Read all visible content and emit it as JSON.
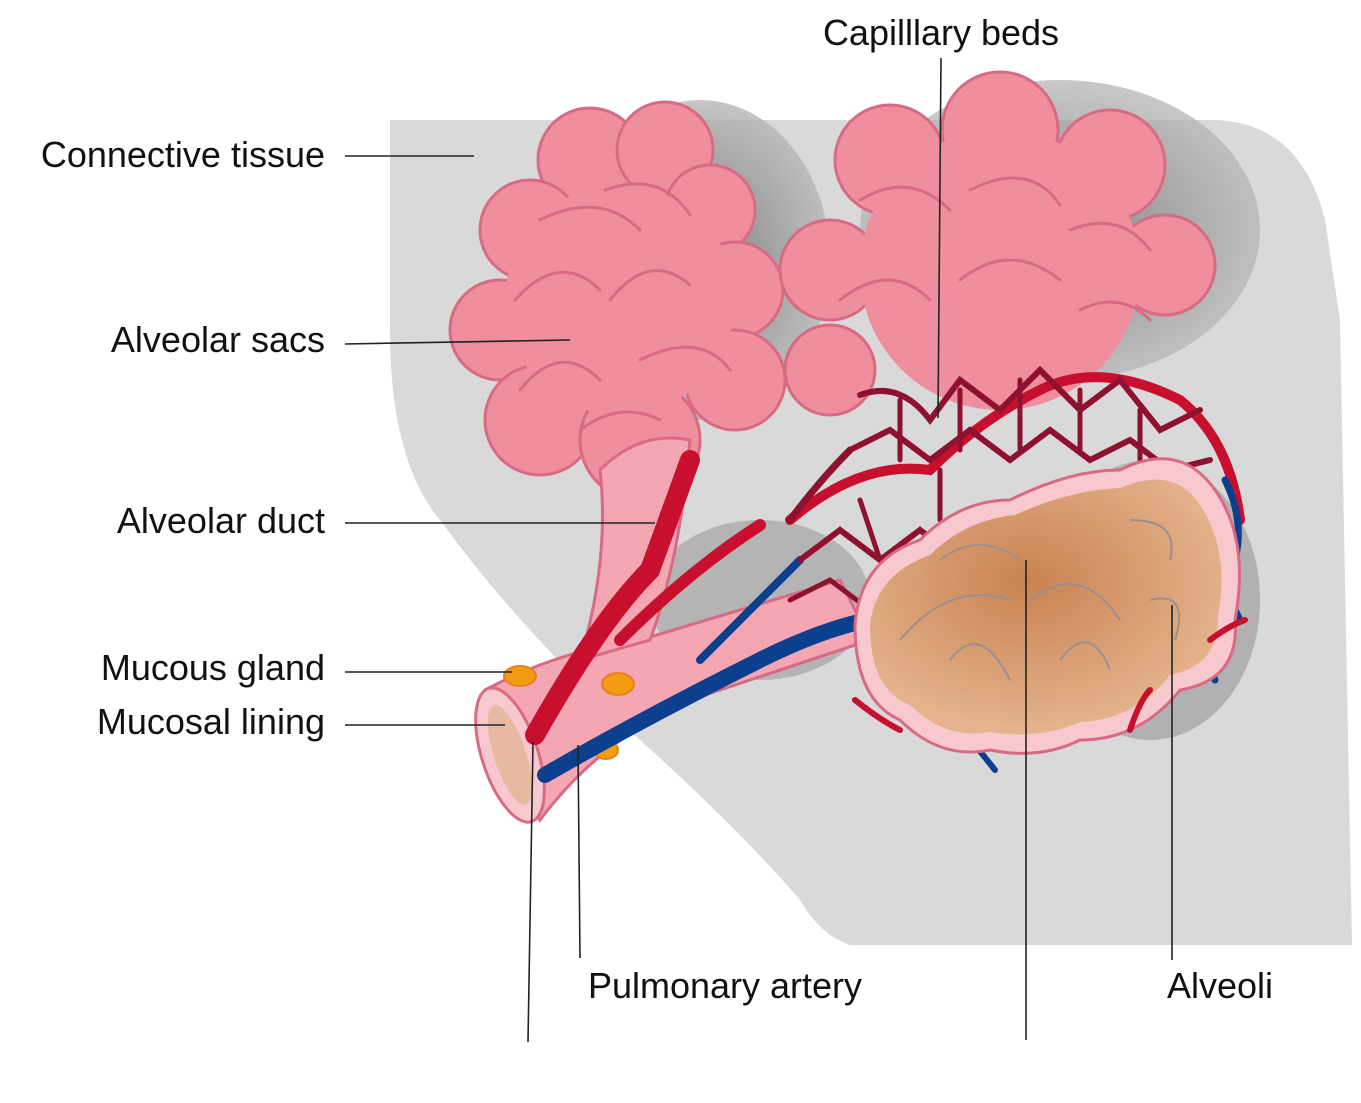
{
  "labels": {
    "capillary_beds": "Capilllary beds",
    "connective_tissue": "Connective tissue",
    "alveolar_sacs": "Alveolar sacs",
    "alveolar_duct": "Alveolar duct",
    "mucous_gland": "Mucous gland",
    "mucosal_lining": "Mucosal lining",
    "pulmonary_artery": "Pulmonary artery",
    "alveoli": "Alveoli"
  },
  "colors": {
    "connective_tissue": "#d9d9d9",
    "shadow": "#9a9a9a",
    "alveolar_sac": "#ef8f9d",
    "sac_outline": "#d86a84",
    "duct": "#f4a6b3",
    "artery_oxygenated": "#c8102e",
    "capillary": "#8e1230",
    "vein_deoxygenated": "#0d3f8f",
    "alveoli_interior": "#d9a679",
    "mucous_gland": "#f39c12"
  }
}
